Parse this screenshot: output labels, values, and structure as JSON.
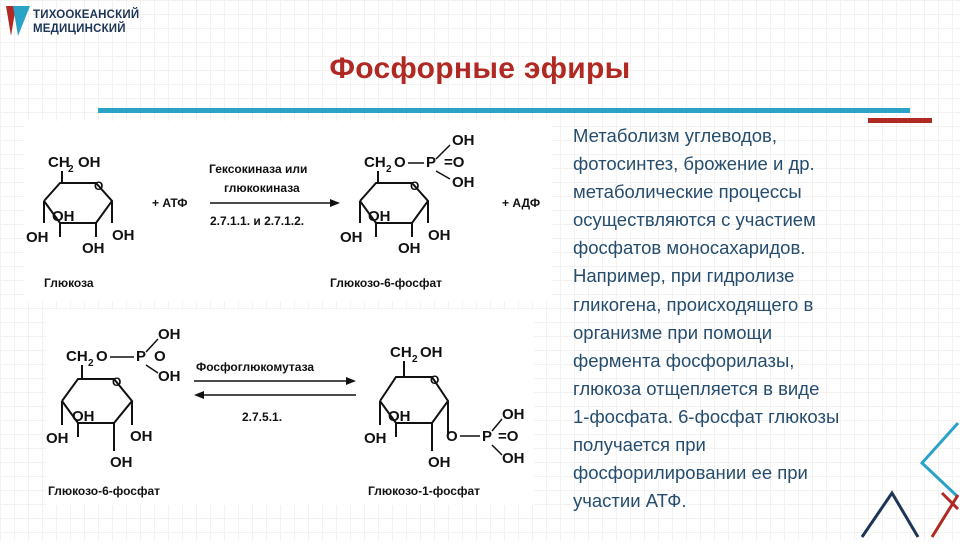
{
  "header": {
    "logo_line1": "ТИХООКЕАНСКИЙ",
    "logo_line2": "МЕДИЦИНСКИЙ",
    "title": "Фосфорные эфиры"
  },
  "reaction_top": {
    "substrate_ch2": "CH",
    "substrate_group_tail": "OH",
    "plus_atf": "+ АТФ",
    "enzyme_line1": "Гексокиназа или",
    "enzyme_line2": "глюкокиназа",
    "ec_codes": "2.7.1.1. и 2.7.1.2.",
    "plus_adf": "+ АДФ",
    "substrate_label": "Глюкоза",
    "product_label": "Глюкозо-6-фосфат",
    "phosphate_p": "P",
    "ring_o": "O",
    "oh": "OH"
  },
  "reaction_bottom": {
    "enzyme": "Фосфоглюкомутаза",
    "ec_code": "2.7.5.1.",
    "left_label": "Глюкозо-6-фосфат",
    "right_label": "Глюкозо-1-фосфат"
  },
  "body_lines": [
    "Метаболизм углеводов,",
    "фотосинтез, брожение и др.",
    "метаболические процессы",
    "осуществляются с участием",
    "фосфатов моносахаридов.",
    "Например, при гидролизе",
    "гликогена, происходящего в",
    "организме при помощи",
    "фермента фосфорилазы,",
    "глюкоза отщепляется в виде",
    "1-фосфата. 6-фосфат глюкозы",
    "получается при",
    "фосфорилировании ее при",
    "участии АТФ."
  ],
  "colors": {
    "title": "#b02a23",
    "rule_blue": "#2ba3c7",
    "rule_red": "#b02a23",
    "body_text": "#264d6e",
    "deco_teal": "#2ba3c7",
    "deco_dark": "#1d3557"
  }
}
